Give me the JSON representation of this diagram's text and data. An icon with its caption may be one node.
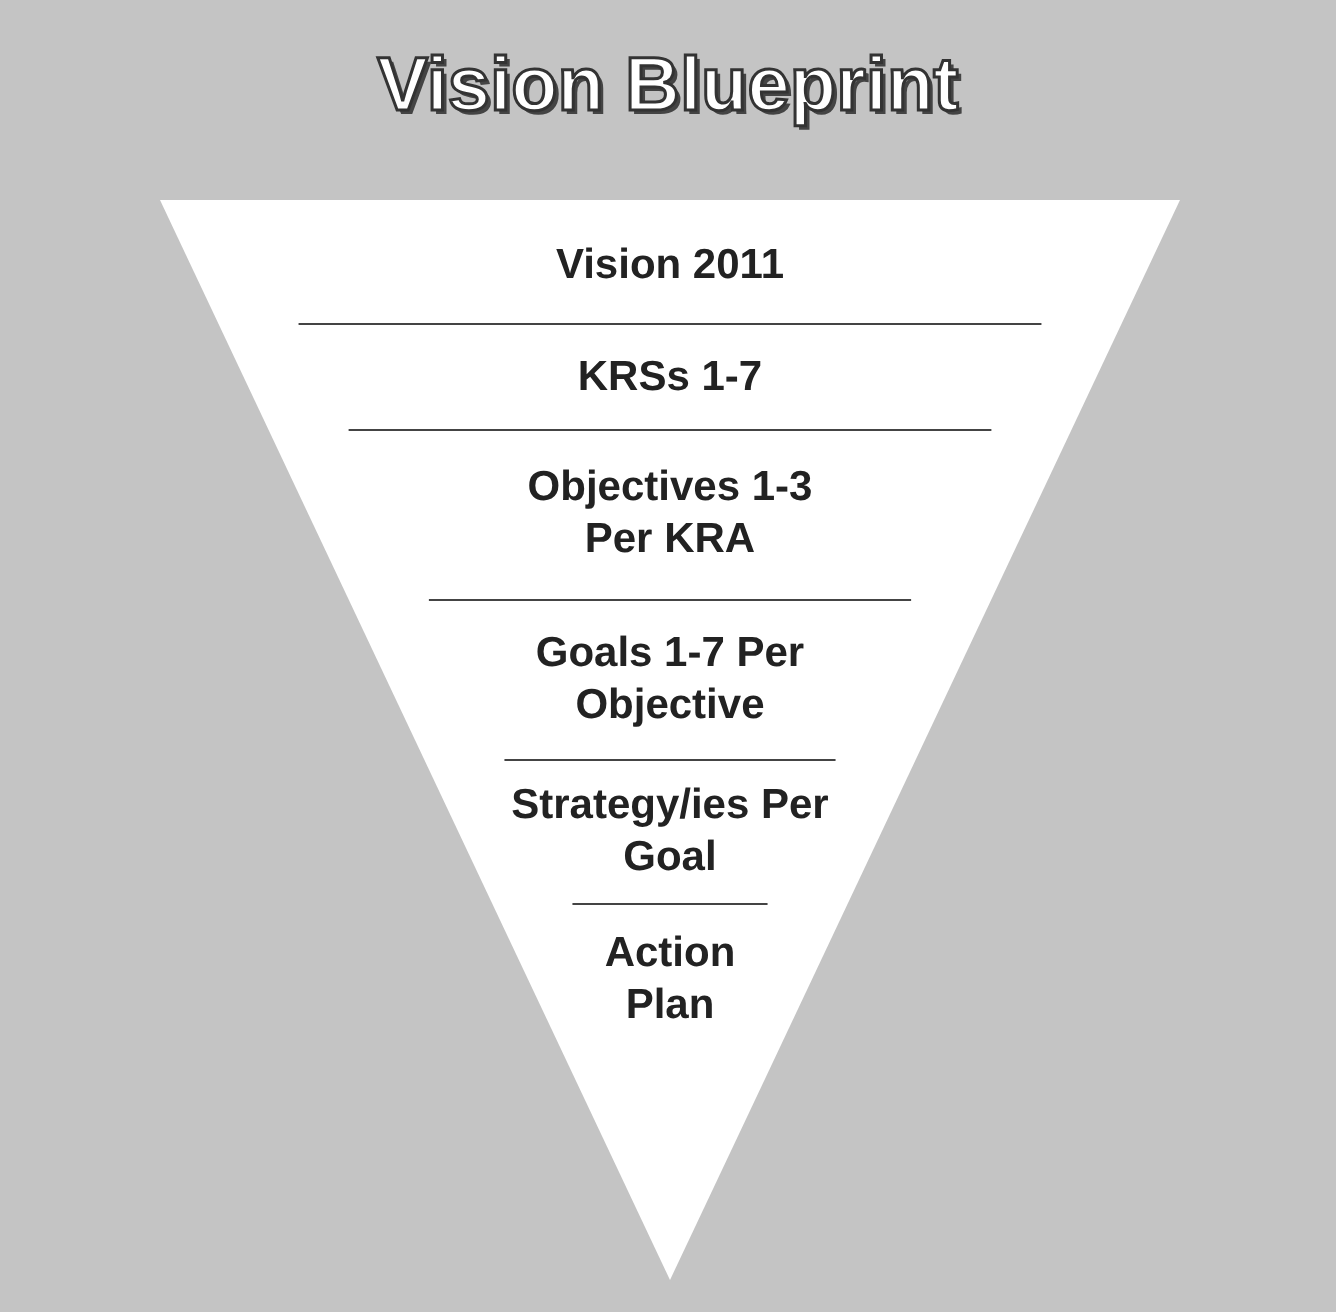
{
  "diagram": {
    "title": "Vision Blueprint",
    "nodes": [
      {
        "text": [
          "Vision 2011"
        ]
      },
      {
        "text": [
          "KRSs 1-7"
        ]
      },
      {
        "text": [
          "Objectives 1-3 Per KRA"
        ]
      },
      {
        "text": [
          "Goals 1-7 Per Objective"
        ]
      },
      {
        "text": [
          "Strategy/ies Per Goal"
        ]
      },
      {
        "text": [
          "Action Plan"
        ]
      }
    ],
    "edges": []
  }
}
